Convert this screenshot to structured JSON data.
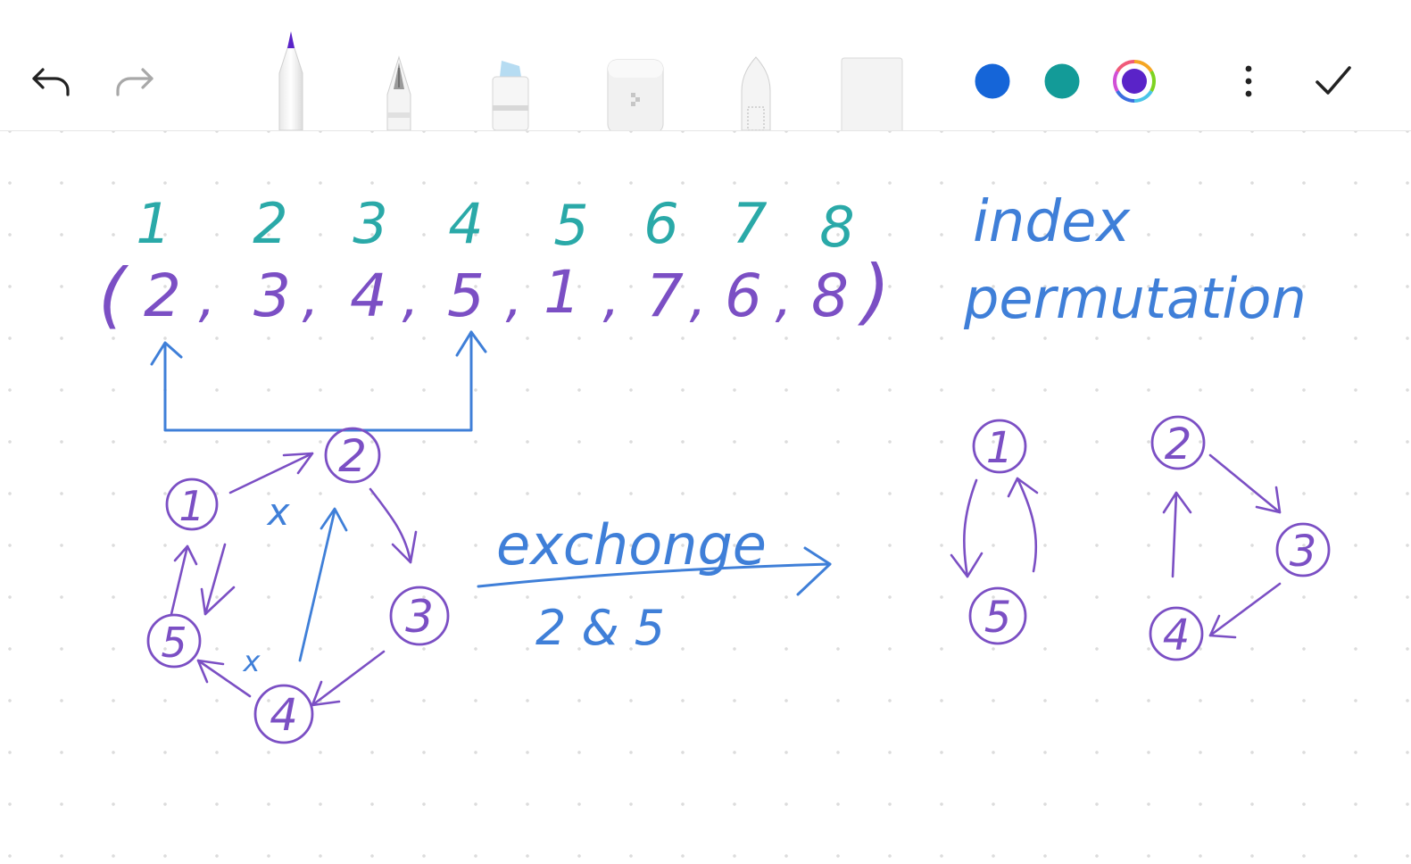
{
  "toolbar": {
    "tools": [
      "undo",
      "redo",
      "pencil",
      "fountain-pen",
      "highlighter",
      "eraser",
      "marker",
      "lasso"
    ],
    "colors": {
      "blue": "#1565d8",
      "teal": "#139b98",
      "purple": "#5a23c8"
    }
  },
  "canvas": {
    "indices": [
      "1",
      "2",
      "3",
      "4",
      "5",
      "6",
      "7",
      "8"
    ],
    "index_label": "index",
    "perm_open": "(",
    "perm_values": [
      "2",
      "3",
      "4",
      "5",
      "1",
      "7",
      "6",
      "8"
    ],
    "perm_close": ")",
    "permutation_label": "permutation",
    "exchange_label": "exchonge",
    "exchange_pair": "2 & 5",
    "cycle_marks": [
      "x",
      "x"
    ],
    "graph_left": {
      "nodes": [
        "1",
        "2",
        "3",
        "4",
        "5"
      ]
    },
    "graph_right_a": {
      "nodes": [
        "1",
        "5"
      ]
    },
    "graph_right_b": {
      "nodes": [
        "2",
        "3",
        "4"
      ]
    }
  }
}
